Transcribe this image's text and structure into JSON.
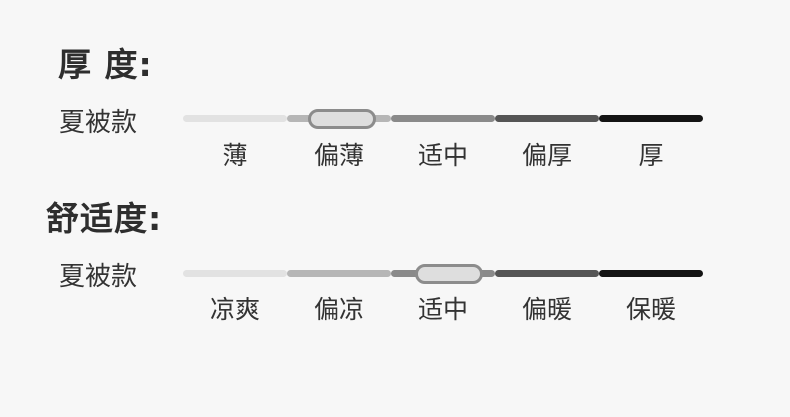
{
  "thickness": {
    "title": "厚 度:",
    "row_label": "夏被款",
    "options": [
      "薄",
      "偏薄",
      "适中",
      "偏厚",
      "厚"
    ],
    "selected": "偏薄",
    "selected_index": 1
  },
  "comfort": {
    "title": "舒适度:",
    "row_label": "夏被款",
    "options": [
      "凉爽",
      "偏凉",
      "适中",
      "偏暖",
      "保暖"
    ],
    "selected": "适中",
    "selected_index": 2
  },
  "colors": {
    "background": "#f7f7f7",
    "scale": [
      "#e2e2e2",
      "#b6b6b6",
      "#8a8a8a",
      "#555555",
      "#141414"
    ],
    "marker_border": "#8c8c8c",
    "marker_fill": "#dedede"
  }
}
